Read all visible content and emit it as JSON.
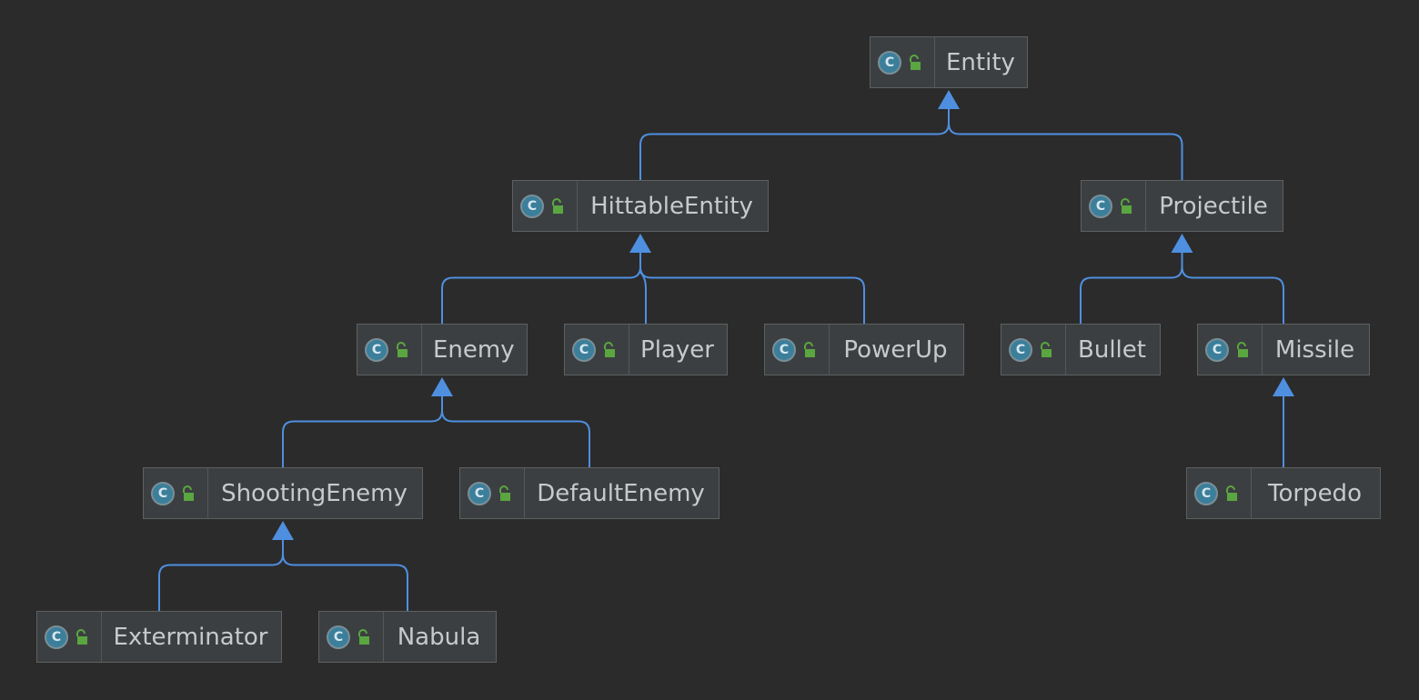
{
  "diagram": {
    "colors": {
      "background": "#2b2b2b",
      "node_fill": "#3c3f41",
      "node_border": "#5e6060",
      "edge": "#4f8fe0",
      "class_icon": "#3b7f9b",
      "lock_icon": "#5aa640",
      "text": "#c7c9cb"
    },
    "icons": {
      "class": "class-c-icon",
      "visibility": "public-lock-icon"
    },
    "class_letter": "C",
    "nodes": [
      {
        "id": "entity",
        "label": "Entity"
      },
      {
        "id": "hittableentity",
        "label": "HittableEntity"
      },
      {
        "id": "projectile",
        "label": "Projectile"
      },
      {
        "id": "enemy",
        "label": "Enemy"
      },
      {
        "id": "player",
        "label": "Player"
      },
      {
        "id": "powerup",
        "label": "PowerUp"
      },
      {
        "id": "bullet",
        "label": "Bullet"
      },
      {
        "id": "missile",
        "label": "Missile"
      },
      {
        "id": "shootingenemy",
        "label": "ShootingEnemy"
      },
      {
        "id": "defaultenemy",
        "label": "DefaultEnemy"
      },
      {
        "id": "torpedo",
        "label": "Torpedo"
      },
      {
        "id": "exterminator",
        "label": "Exterminator"
      },
      {
        "id": "nabula",
        "label": "Nabula"
      }
    ],
    "edges": [
      {
        "from": "hittableentity",
        "to": "entity"
      },
      {
        "from": "projectile",
        "to": "entity"
      },
      {
        "from": "enemy",
        "to": "hittableentity"
      },
      {
        "from": "player",
        "to": "hittableentity"
      },
      {
        "from": "powerup",
        "to": "hittableentity"
      },
      {
        "from": "bullet",
        "to": "projectile"
      },
      {
        "from": "missile",
        "to": "projectile"
      },
      {
        "from": "shootingenemy",
        "to": "enemy"
      },
      {
        "from": "defaultenemy",
        "to": "enemy"
      },
      {
        "from": "torpedo",
        "to": "missile"
      },
      {
        "from": "exterminator",
        "to": "shootingenemy"
      },
      {
        "from": "nabula",
        "to": "shootingenemy"
      }
    ]
  }
}
